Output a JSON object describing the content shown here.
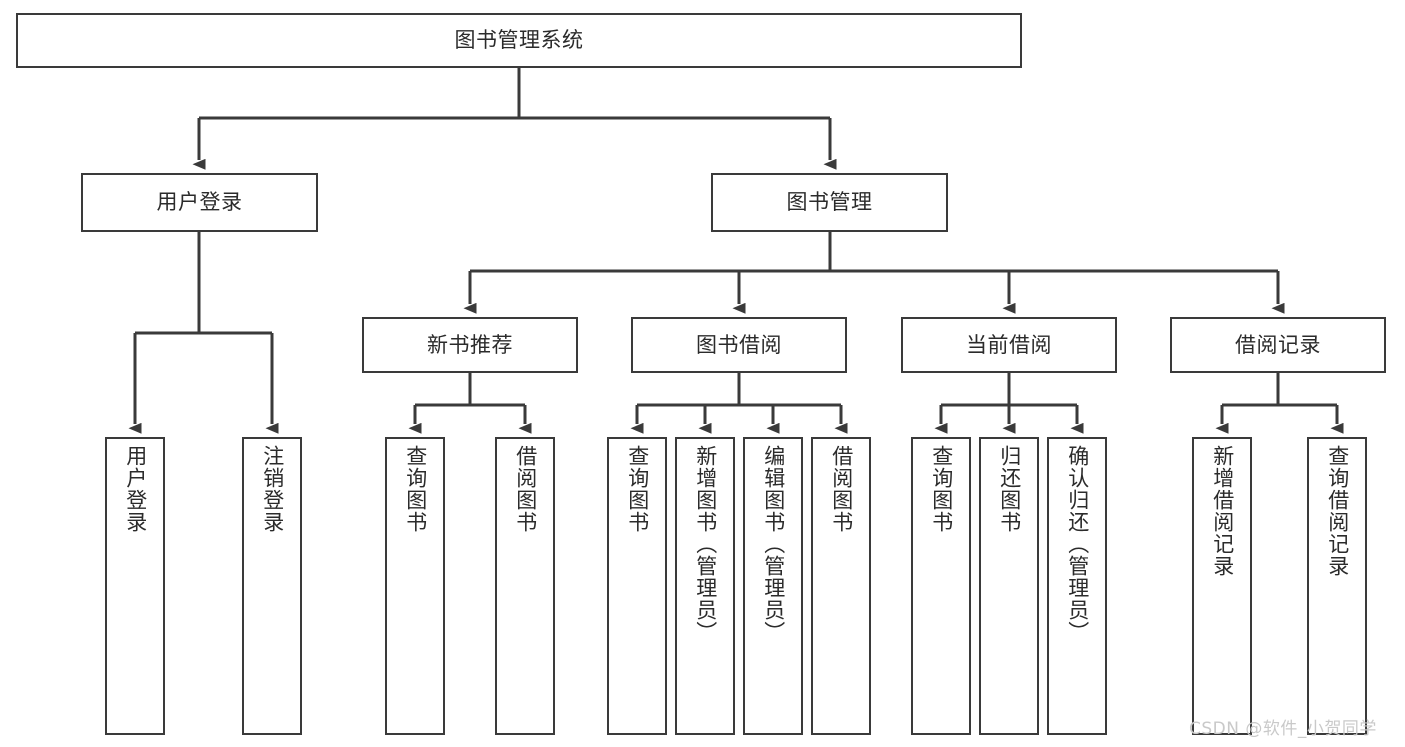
{
  "diagram": {
    "type": "tree",
    "title": "图书管理系统",
    "orientation": "top-down",
    "theme": {
      "background": "#ffffff",
      "node_fill": "#ffffff",
      "node_border": "#3a3a3a",
      "edge_color": "#3a3a3a",
      "text_color": "#2b2b2b",
      "watermark_color": "#c9c9c9"
    },
    "nodes": {
      "root": {
        "label": "图书管理系统"
      },
      "level2": [
        {
          "id": "user-login",
          "label": "用户登录"
        },
        {
          "id": "book-manage",
          "label": "图书管理"
        }
      ],
      "level3": [
        {
          "id": "new-book-recommend",
          "label": "新书推荐"
        },
        {
          "id": "book-borrow",
          "label": "图书借阅"
        },
        {
          "id": "current-borrow",
          "label": "当前借阅"
        },
        {
          "id": "borrow-record",
          "label": "借阅记录"
        }
      ],
      "leaves": {
        "user-login": [
          {
            "id": "leaf-user-login",
            "label": "用户登录"
          },
          {
            "id": "leaf-logout-login",
            "label": "注销登录"
          }
        ],
        "new-book-recommend": [
          {
            "id": "leaf-query-book-1",
            "label": "查询图书"
          },
          {
            "id": "leaf-borrow-book-1",
            "label": "借阅图书"
          }
        ],
        "book-borrow": [
          {
            "id": "leaf-query-book-2",
            "label": "查询图书"
          },
          {
            "id": "leaf-add-book",
            "label": "新增图书（管理员）"
          },
          {
            "id": "leaf-edit-book",
            "label": "编辑图书（管理员）"
          },
          {
            "id": "leaf-borrow-book-2",
            "label": "借阅图书"
          }
        ],
        "current-borrow": [
          {
            "id": "leaf-query-book-3",
            "label": "查询图书"
          },
          {
            "id": "leaf-return-book",
            "label": "归还图书"
          },
          {
            "id": "leaf-confirm-return",
            "label": "确认归还（管理员）"
          }
        ],
        "borrow-record": [
          {
            "id": "leaf-add-record",
            "label": "新增借阅记录"
          },
          {
            "id": "leaf-query-record",
            "label": "查询借阅记录"
          }
        ]
      }
    },
    "edges": [
      {
        "from": "root",
        "to": "user-login"
      },
      {
        "from": "root",
        "to": "book-manage"
      },
      {
        "from": "user-login",
        "to": "leaf-user-login"
      },
      {
        "from": "user-login",
        "to": "leaf-logout-login"
      },
      {
        "from": "book-manage",
        "to": "new-book-recommend"
      },
      {
        "from": "book-manage",
        "to": "book-borrow"
      },
      {
        "from": "book-manage",
        "to": "current-borrow"
      },
      {
        "from": "book-manage",
        "to": "borrow-record"
      },
      {
        "from": "new-book-recommend",
        "to": "leaf-query-book-1"
      },
      {
        "from": "new-book-recommend",
        "to": "leaf-borrow-book-1"
      },
      {
        "from": "book-borrow",
        "to": "leaf-query-book-2"
      },
      {
        "from": "book-borrow",
        "to": "leaf-add-book"
      },
      {
        "from": "book-borrow",
        "to": "leaf-edit-book"
      },
      {
        "from": "book-borrow",
        "to": "leaf-borrow-book-2"
      },
      {
        "from": "current-borrow",
        "to": "leaf-query-book-3"
      },
      {
        "from": "current-borrow",
        "to": "leaf-return-book"
      },
      {
        "from": "current-borrow",
        "to": "leaf-confirm-return"
      },
      {
        "from": "borrow-record",
        "to": "leaf-add-record"
      },
      {
        "from": "borrow-record",
        "to": "leaf-query-record"
      }
    ]
  },
  "watermark": {
    "text": "CSDN @软件_小贺同学"
  }
}
